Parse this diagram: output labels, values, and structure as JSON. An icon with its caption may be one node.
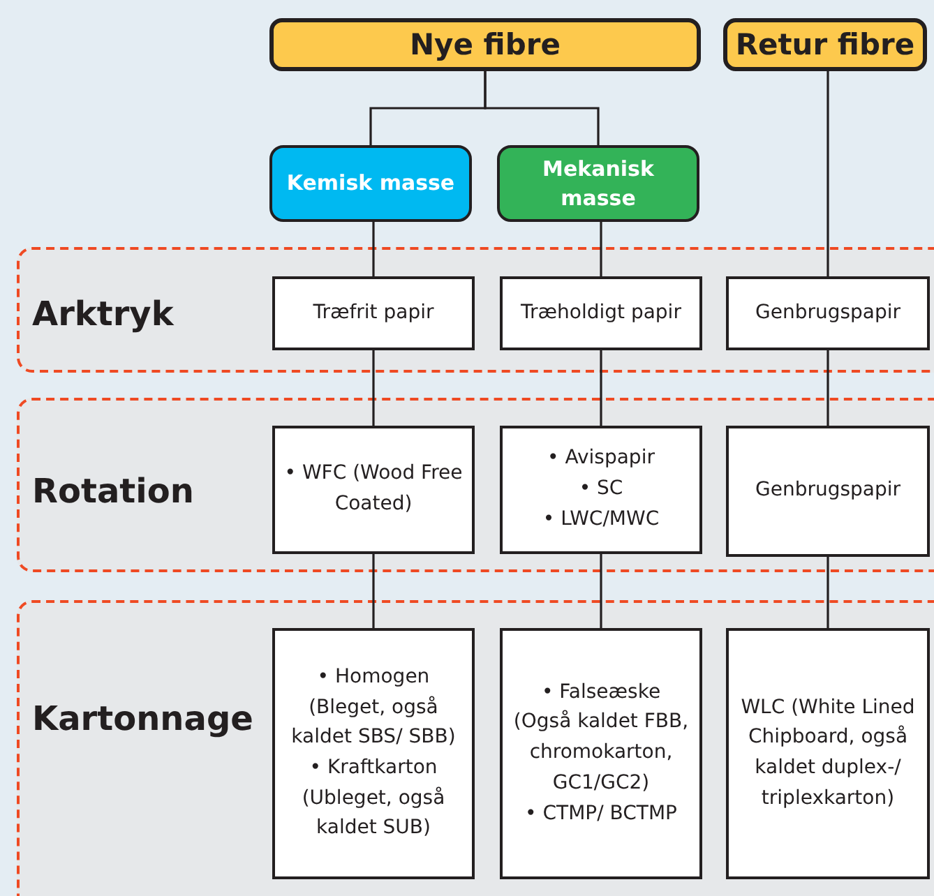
{
  "diagram": {
    "nodes": [
      {
        "text": [
          "Nye fibre"
        ]
      },
      {
        "text": [
          "Retur fibre"
        ]
      },
      {
        "text": [
          "Kemisk masse"
        ]
      },
      {
        "text": [
          "Mekanisk masse"
        ]
      },
      {
        "text": [
          "Arktryk"
        ]
      },
      {
        "text": [
          "Træfrit papir"
        ],
        "in": 4
      },
      {
        "text": [
          "Træholdigt papir"
        ],
        "in": 4
      },
      {
        "text": [
          "Genbrugspapir"
        ],
        "in": 4
      },
      {
        "text": [
          "Rotation"
        ]
      },
      {
        "text": [
          "• WFC (Wood Free Coated)"
        ],
        "in": 8
      },
      {
        "text": [
          "• Avispapir",
          "• SC",
          "• LWC/MWC"
        ],
        "in": 8
      },
      {
        "text": [
          "Genbrugspapir"
        ],
        "in": 8
      },
      {
        "text": [
          "Kartonnage"
        ]
      },
      {
        "text": [
          "• Homogen (Bleget, også kaldet SBS/ SBB)",
          "• Kraftkarton (Ubleget, også kaldet SUB)"
        ],
        "in": 12
      },
      {
        "text": [
          "• Falseæske (Også kaldet FBB, chromokarton, GC1/GC2)",
          "• CTMP/ BCTMP"
        ],
        "in": 12
      },
      {
        "text": [
          "WLC (White Lined Chipboard, også kaldet duplex-/ triplexkarton)"
        ],
        "in": 12
      }
    ],
    "edges": [
      {
        "from": 0,
        "to": 2,
        "arrow": "none"
      },
      {
        "from": 0,
        "to": 3,
        "arrow": "none"
      },
      {
        "from": 1,
        "to": 7,
        "arrow": "none"
      },
      {
        "from": 2,
        "to": 5,
        "arrow": "none"
      },
      {
        "from": 3,
        "to": 6,
        "arrow": "none"
      },
      {
        "from": 5,
        "to": 9,
        "arrow": "none"
      },
      {
        "from": 6,
        "to": 10,
        "arrow": "none"
      },
      {
        "from": 7,
        "to": 11,
        "arrow": "none"
      },
      {
        "from": 9,
        "to": 13,
        "arrow": "none"
      },
      {
        "from": 10,
        "to": 14,
        "arrow": "none"
      },
      {
        "from": 11,
        "to": 15,
        "arrow": "none"
      }
    ]
  }
}
